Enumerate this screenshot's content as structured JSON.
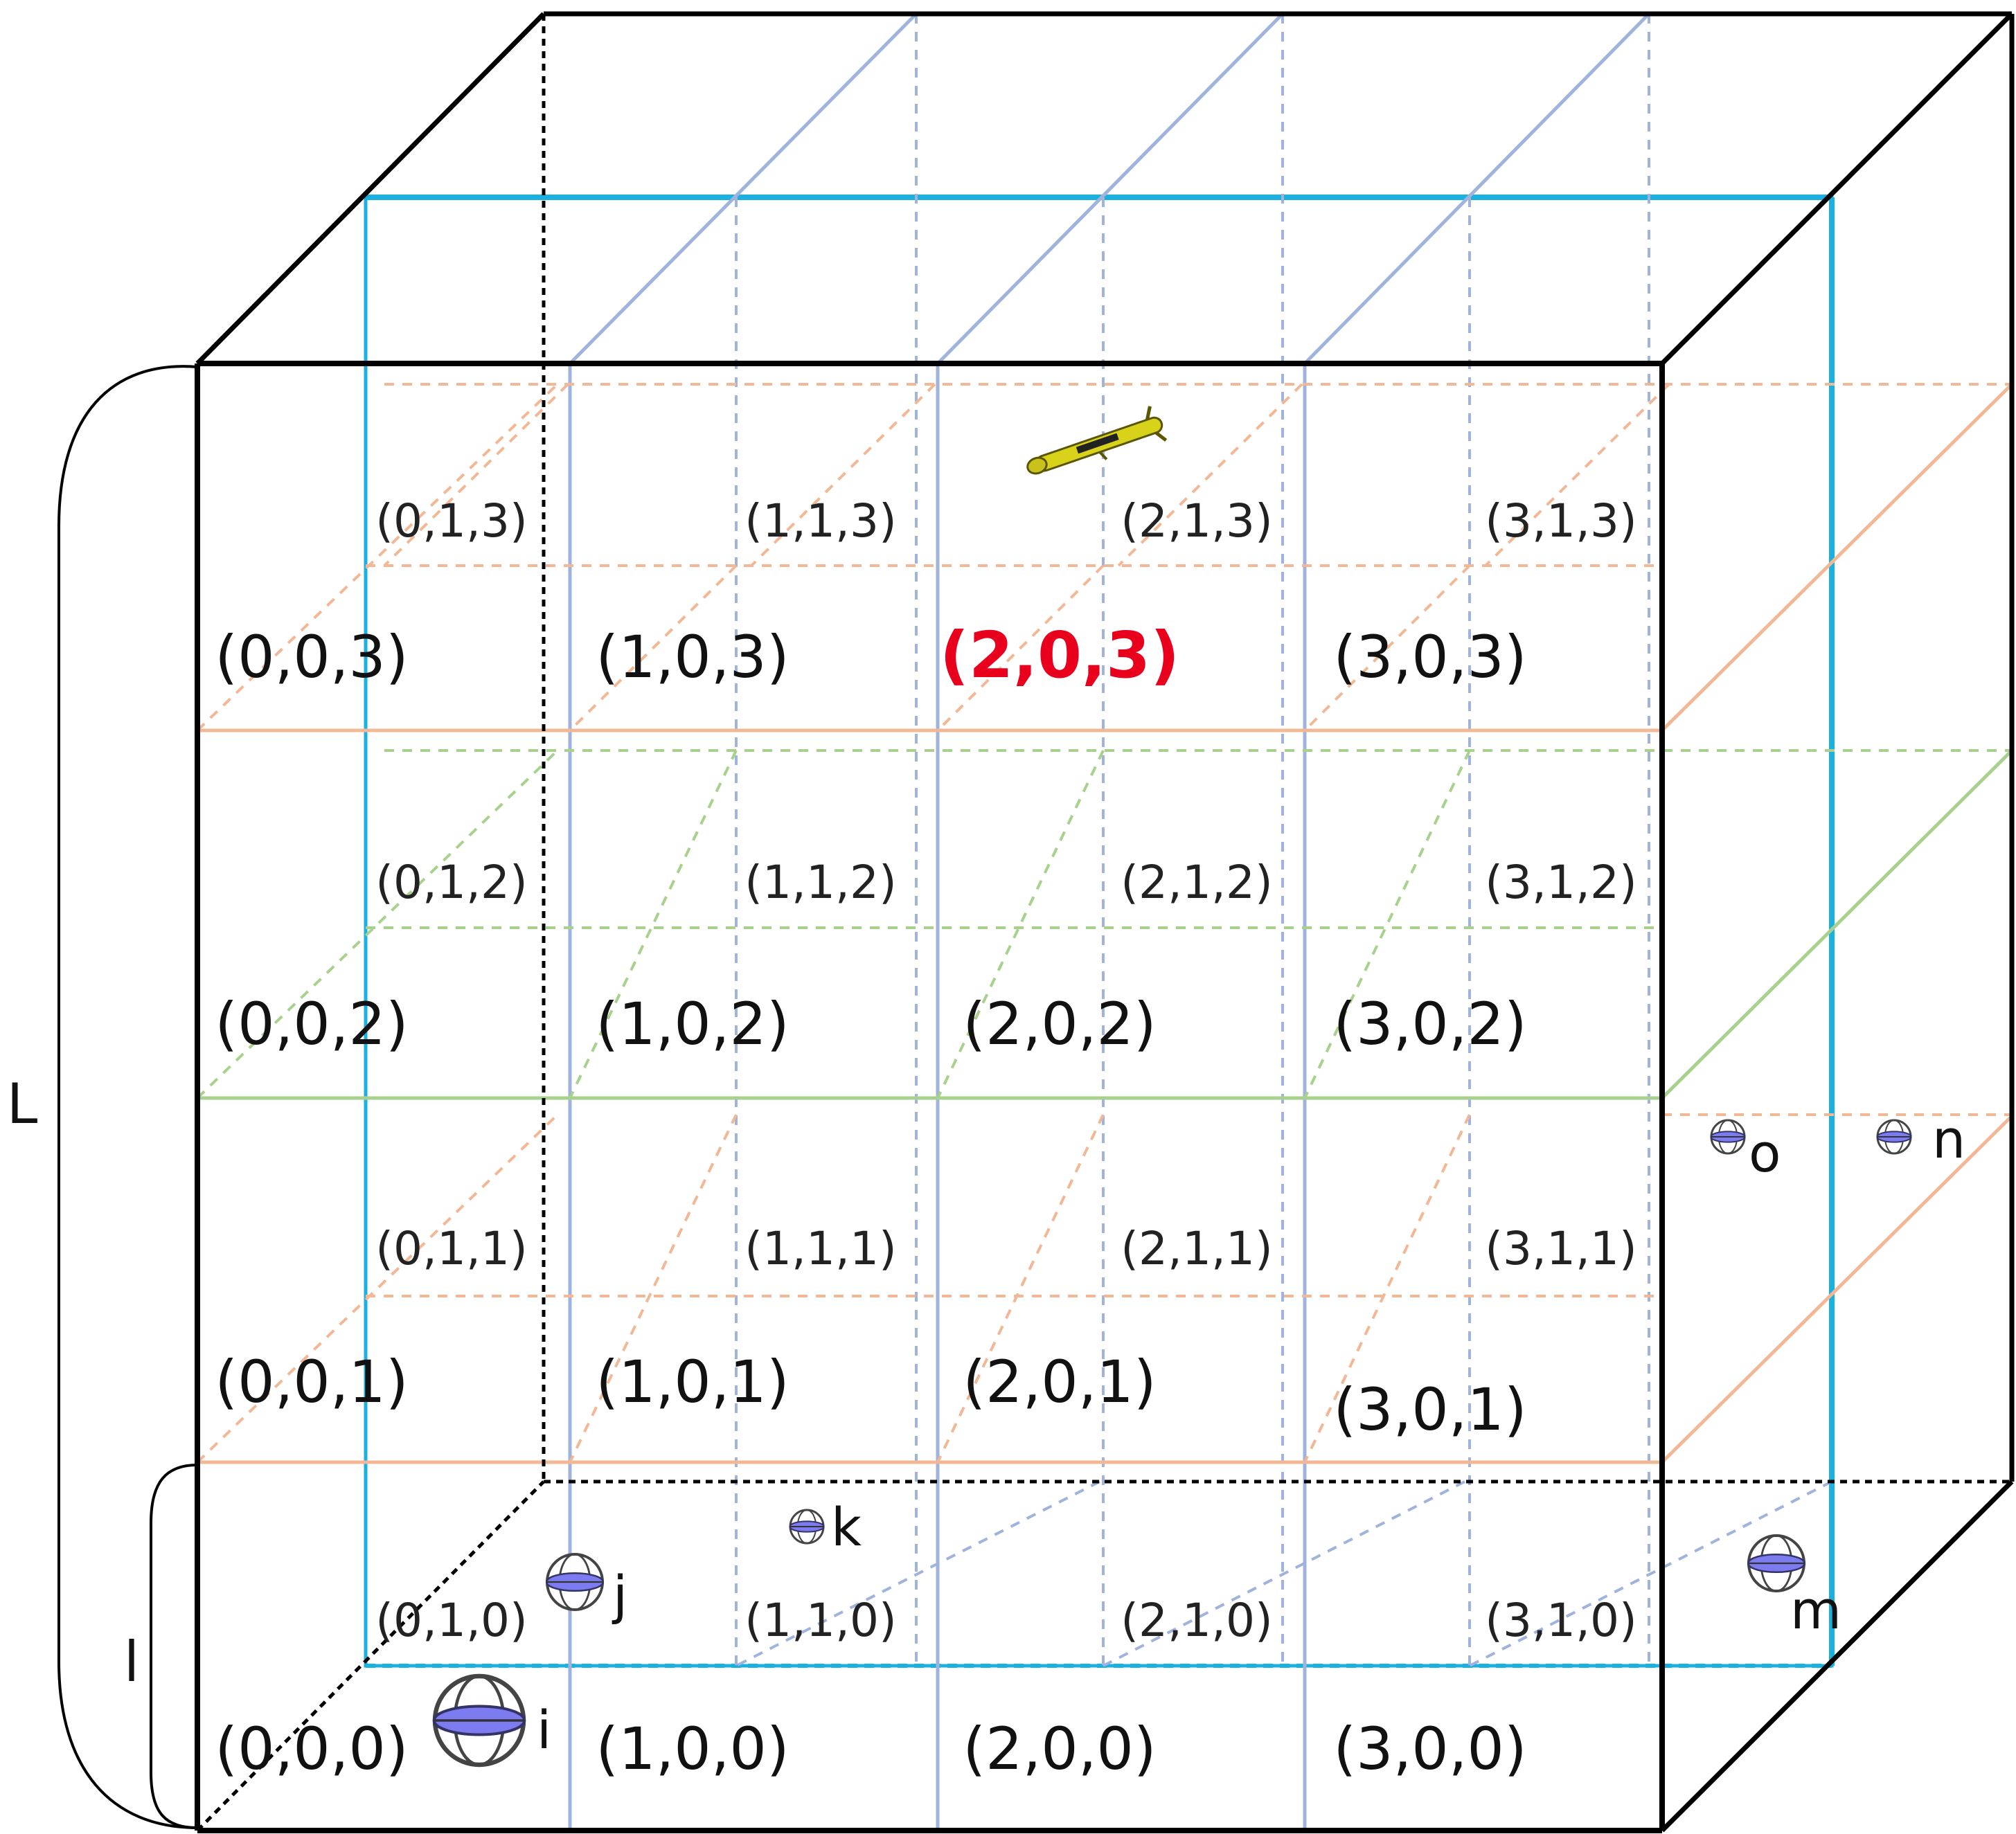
{
  "colors": {
    "cube_edge": "#000000",
    "grid_vertical": "#9fb3dd",
    "grid_layer_orange": "#f2b896",
    "grid_layer_green": "#a9d18e",
    "back_face_cyan": "#1ab0e0",
    "highlight": "#e8001c",
    "sensor_fill": "#7d7bf0",
    "vehicle": "#d8d21a"
  },
  "dimensions": {
    "big": "L",
    "small": "l"
  },
  "vehicle": {
    "icon": "auv-vehicle-icon",
    "in_cell": "(2,0,3)"
  },
  "cells": {
    "front": [
      [
        "(0,0,0)",
        "(1,0,0)",
        "(2,0,0)",
        "(3,0,0)"
      ],
      [
        "(0,0,1)",
        "(1,0,1)",
        "(2,0,1)",
        "(3,0,1)"
      ],
      [
        "(0,0,2)",
        "(1,0,2)",
        "(2,0,2)",
        "(3,0,2)"
      ],
      [
        "(0,0,3)",
        "(1,0,3)",
        "(2,0,3)",
        "(3,0,3)"
      ]
    ],
    "back": [
      [
        "(0,1,0)",
        "(1,1,0)",
        "(2,1,0)",
        "(3,1,0)"
      ],
      [
        "(0,1,1)",
        "(1,1,1)",
        "(2,1,1)",
        "(3,1,1)"
      ],
      [
        "(0,1,2)",
        "(1,1,2)",
        "(2,1,2)",
        "(3,1,2)"
      ],
      [
        "(0,1,3)",
        "(1,1,3)",
        "(2,1,3)",
        "(3,1,3)"
      ]
    ],
    "highlighted": "(2,0,3)"
  },
  "nodes": [
    {
      "label": "i",
      "icon": "sensor-node-icon",
      "size": "large"
    },
    {
      "label": "j",
      "icon": "sensor-node-icon",
      "size": "medium"
    },
    {
      "label": "k",
      "icon": "sensor-node-icon",
      "size": "small"
    },
    {
      "label": "m",
      "icon": "sensor-node-icon",
      "size": "medium"
    },
    {
      "label": "n",
      "icon": "sensor-node-icon",
      "size": "small"
    },
    {
      "label": "o",
      "icon": "sensor-node-icon",
      "size": "small"
    }
  ]
}
